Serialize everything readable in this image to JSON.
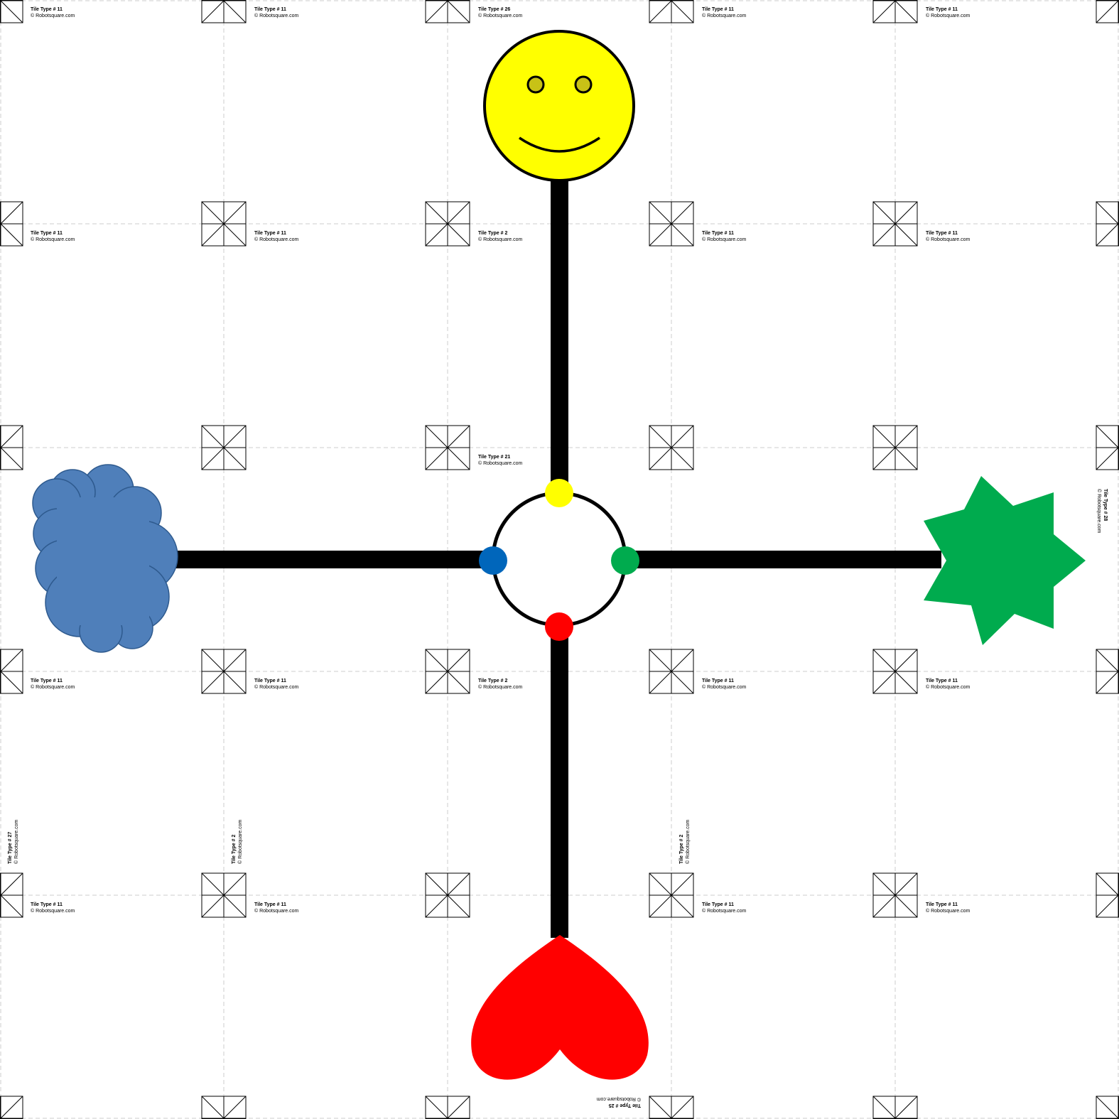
{
  "mat": {
    "grid": {
      "columns": 5,
      "rows": 5
    },
    "colors": {
      "line": "#000000",
      "yellow": "#ffff00",
      "eye": "#c8c216",
      "blue_cloud": "#4f7fba",
      "blue_dot": "#0066bb",
      "green": "#00ab4e",
      "red": "#ff0000",
      "guide": "#cccccc"
    },
    "copyright": "© Robotsquare.com",
    "tiles": [
      {
        "label": "Tile Type # 11",
        "orient": "up"
      },
      {
        "label": "Tile Type # 11",
        "orient": "up"
      },
      {
        "label": "Tile Type # 26",
        "orient": "up"
      },
      {
        "label": "Tile Type # 11",
        "orient": "up"
      },
      {
        "label": "Tile Type # 11",
        "orient": "up"
      },
      {
        "label": "Tile Type # 11",
        "orient": "up"
      },
      {
        "label": "Tile Type # 11",
        "orient": "up"
      },
      {
        "label": "Tile Type # 2",
        "orient": "up"
      },
      {
        "label": "Tile Type # 11",
        "orient": "up"
      },
      {
        "label": "Tile Type # 11",
        "orient": "up"
      },
      {
        "label": "Tile Type # 27",
        "orient": "left"
      },
      {
        "label": "Tile Type # 2",
        "orient": "left"
      },
      {
        "label": "Tile Type # 21",
        "orient": "up"
      },
      {
        "label": "Tile Type # 2",
        "orient": "left"
      },
      {
        "label": "Tile Type # 28",
        "orient": "right"
      },
      {
        "label": "Tile Type # 11",
        "orient": "up"
      },
      {
        "label": "Tile Type # 11",
        "orient": "up"
      },
      {
        "label": "Tile Type # 2",
        "orient": "up"
      },
      {
        "label": "Tile Type # 11",
        "orient": "up"
      },
      {
        "label": "Tile Type # 11",
        "orient": "up"
      },
      {
        "label": "Tile Type # 11",
        "orient": "up"
      },
      {
        "label": "Tile Type # 11",
        "orient": "up"
      },
      {
        "label": "Tile Type # 25",
        "orient": "down"
      },
      {
        "label": "Tile Type # 11",
        "orient": "up"
      },
      {
        "label": "Tile Type # 11",
        "orient": "up"
      }
    ],
    "shapes": [
      "smiley-face",
      "cloud",
      "star",
      "heart"
    ],
    "junction_dots": [
      "yellow",
      "blue",
      "green",
      "red"
    ]
  }
}
